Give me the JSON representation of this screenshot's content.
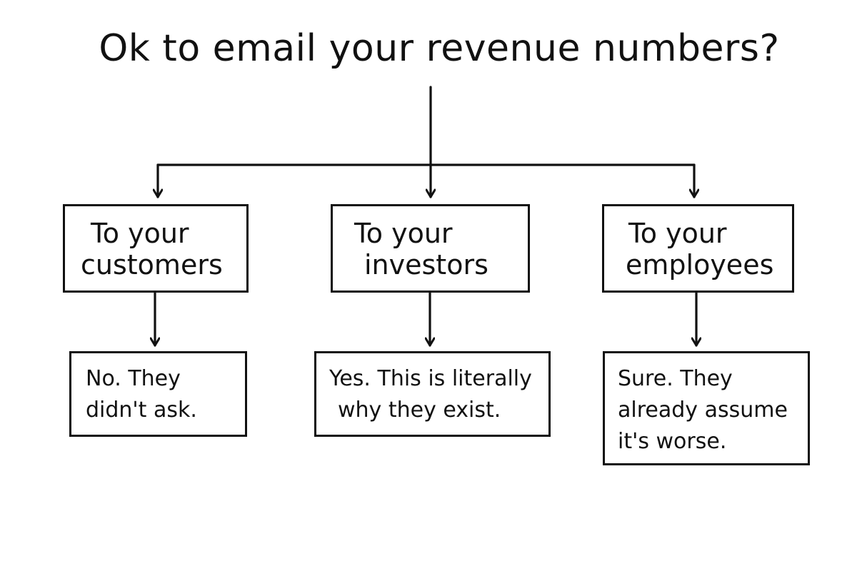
{
  "title": "Ok to email your revenue numbers?",
  "branches": [
    {
      "category_lines": [
        "To your",
        "customers"
      ],
      "answer_lines": [
        "No. They",
        "didn't ask."
      ]
    },
    {
      "category_lines": [
        "To your",
        "investors"
      ],
      "answer_lines": [
        "Yes. This is literally",
        "why they exist."
      ]
    },
    {
      "category_lines": [
        "To your",
        "employees"
      ],
      "answer_lines": [
        "Sure. They",
        "already assume",
        "it's worse."
      ]
    }
  ]
}
